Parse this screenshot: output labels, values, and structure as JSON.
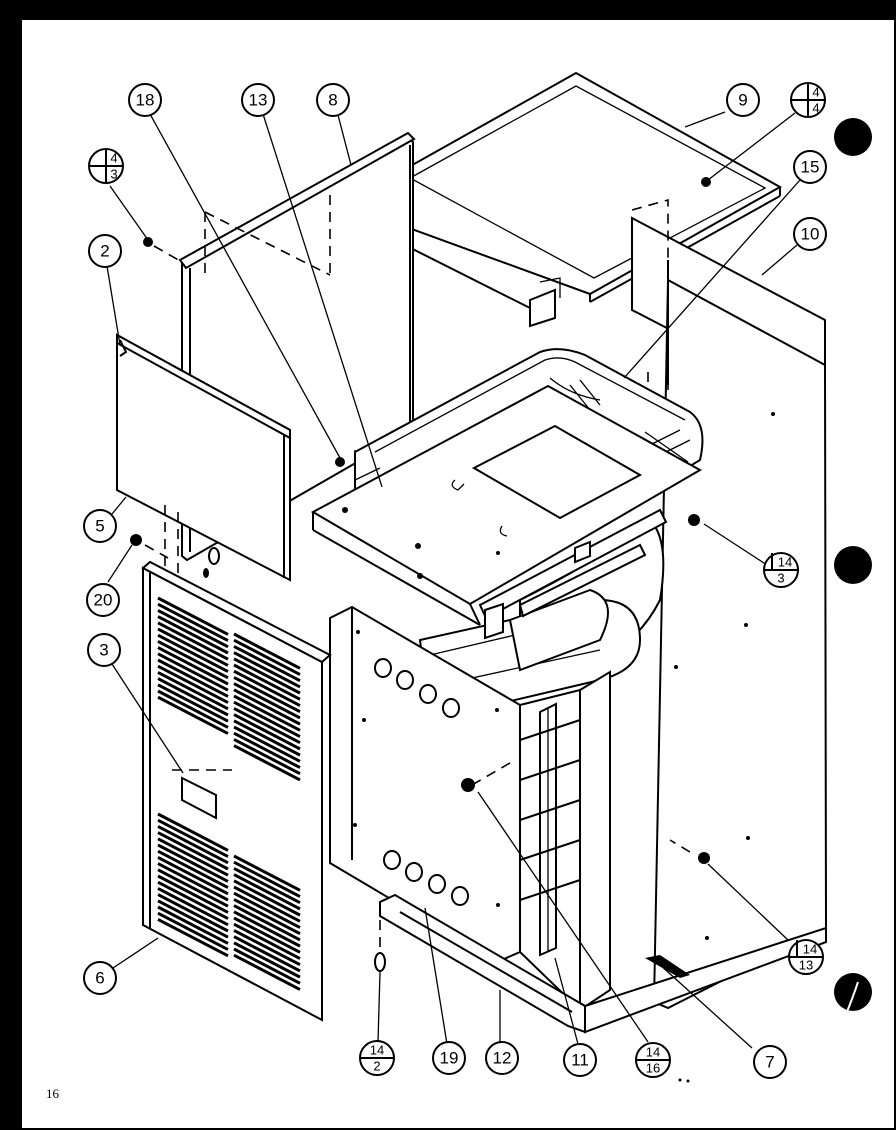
{
  "page_number": "16",
  "callouts": [
    {
      "id": "c18",
      "label": "18"
    },
    {
      "id": "c13",
      "label": "13"
    },
    {
      "id": "c8",
      "label": "8"
    },
    {
      "id": "c9",
      "label": "9"
    },
    {
      "id": "c15",
      "label": "15"
    },
    {
      "id": "c10",
      "label": "10"
    },
    {
      "id": "c2",
      "label": "2"
    },
    {
      "id": "c5",
      "label": "5"
    },
    {
      "id": "c20",
      "label": "20"
    },
    {
      "id": "c3",
      "label": "3"
    },
    {
      "id": "c6",
      "label": "6"
    },
    {
      "id": "c19",
      "label": "19"
    },
    {
      "id": "c12",
      "label": "12"
    },
    {
      "id": "c11",
      "label": "11"
    },
    {
      "id": "c7",
      "label": "7"
    }
  ],
  "fraction_callouts": [
    {
      "id": "f_4_4",
      "top": "4",
      "bottom": "4"
    },
    {
      "id": "f_4_3_left",
      "top": "4",
      "bottom": "3"
    },
    {
      "id": "f_14_3",
      "top": "14",
      "bottom": "3"
    },
    {
      "id": "f_14_13",
      "top": "14",
      "bottom": "13"
    },
    {
      "id": "f_14_2",
      "top": "14",
      "bottom": "2"
    },
    {
      "id": "f_14_16",
      "top": "14",
      "bottom": "16"
    }
  ]
}
